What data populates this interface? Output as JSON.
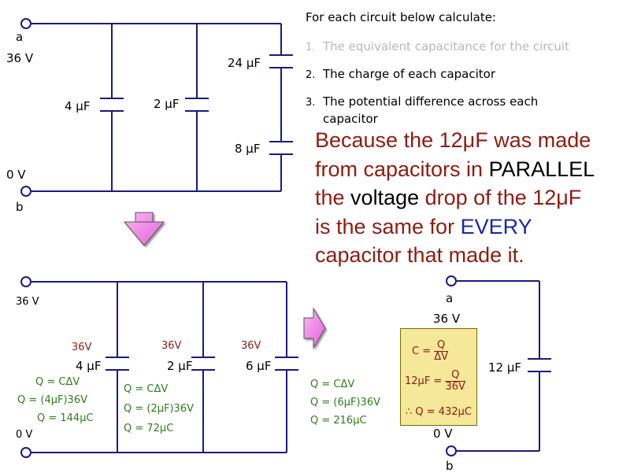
{
  "instructions": {
    "heading": "For each circuit below calculate:",
    "items": [
      {
        "num": "1.",
        "text": "The equivalent capacitance for the circuit"
      },
      {
        "num": "2.",
        "text": "The charge of each capacitor"
      },
      {
        "num": "3.",
        "text": "The potential difference across each",
        "text2": "capacitor"
      }
    ]
  },
  "note": {
    "line1": "Because the 12μF was made",
    "line2a": "from capacitors in ",
    "line2b": "PARALLEL",
    "line3a": "the ",
    "line3b": "voltage",
    "line3c": " drop of the 12μF",
    "line4a": "is the same for ",
    "line4b": "EVERY",
    "line5": "capacitor that made it."
  },
  "circuit1": {
    "node_a": "a",
    "voltage_top": "36 V",
    "voltage_bottom": "0 V",
    "node_b": "b",
    "caps": [
      "4 μF",
      "2 μF",
      "24 μF",
      "8 μF"
    ]
  },
  "circuit2": {
    "voltage_top": "36 V",
    "voltage_bottom": "0 V",
    "caps": [
      {
        "label": "4 μF",
        "volt": "36V",
        "eq": [
          "Q = CΔV",
          "Q = (4μF)36V",
          "Q = 144μC"
        ]
      },
      {
        "label": "2 μF",
        "volt": "36V",
        "eq": [
          "Q = CΔV",
          "Q = (2μF)36V",
          "Q = 72μC"
        ]
      },
      {
        "label": "6 μF",
        "volt": "36V",
        "eq": [
          "Q = CΔV",
          "Q = (6μF)36V",
          "Q = 216μC"
        ]
      }
    ]
  },
  "circuit3": {
    "node_a": "a",
    "voltage_top": "36 V",
    "voltage_bottom": "0 V",
    "node_b": "b",
    "cap": "12 μF",
    "box": {
      "c_lhs": "C =",
      "c_num": "Q",
      "c_den": "ΔV",
      "f_lhs": "12μF =",
      "f_num": "Q",
      "f_den": "36V",
      "result": "∴ Q = 432μC"
    }
  },
  "colors": {
    "wire": "#1a1a80",
    "arrow": "#f080e8",
    "note": "#8e1c10",
    "equation": "#2f7d1c",
    "box": "#f5e89a"
  }
}
